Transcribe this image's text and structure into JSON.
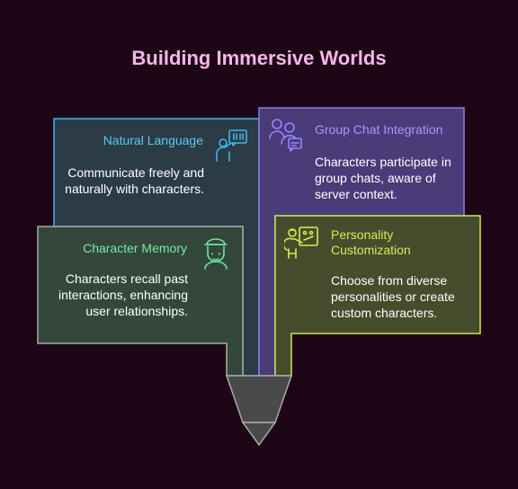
{
  "title": "Building Immersive Worlds",
  "cards": {
    "natural_language": {
      "title": "Natural Language",
      "description": "Communicate freely and naturally with characters.",
      "icon": "chat-person-icon",
      "color": "#3fb6e8"
    },
    "group_chat": {
      "title": "Group Chat Integration",
      "description": "Characters participate in group chats, aware of server context.",
      "icon": "group-chat-icon",
      "color": "#9a84ff"
    },
    "character_memory": {
      "title": "Character Memory",
      "description": "Characters recall past interactions, enhancing user relationships.",
      "icon": "character-icon",
      "color": "#6fe39a"
    },
    "personality": {
      "title": "Personality Customization",
      "description": "Choose from diverse personalities or create custom characters.",
      "icon": "painter-icon",
      "color": "#d3ef4f"
    }
  }
}
